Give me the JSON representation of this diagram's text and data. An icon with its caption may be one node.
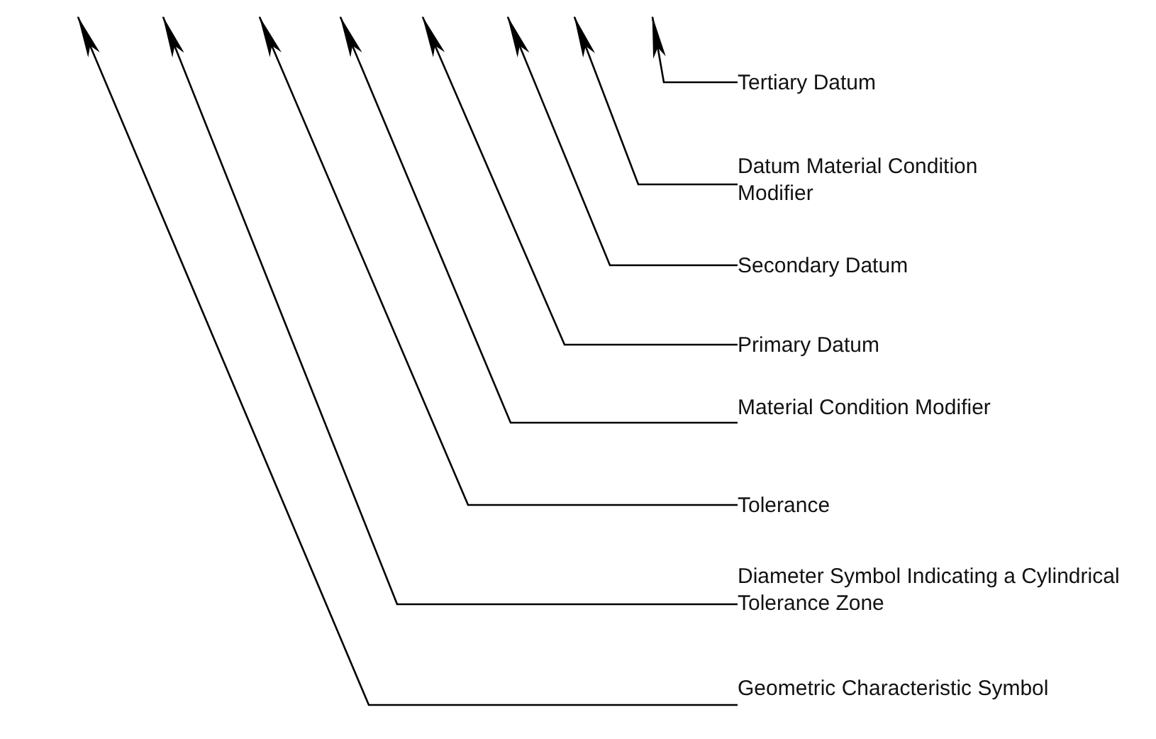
{
  "diagram": {
    "nodes": [
      {
        "text": [
          "Tertiary Datum"
        ]
      },
      {
        "text": [
          "Datum Material Condition Modifier"
        ]
      },
      {
        "text": [
          "Secondary Datum"
        ]
      },
      {
        "text": [
          "Primary Datum"
        ]
      },
      {
        "text": [
          "Material Condition Modifier"
        ]
      },
      {
        "text": [
          "Tolerance"
        ]
      },
      {
        "text": [
          "Diameter Symbol Indicating a Cylindrical Tolerance Zone"
        ]
      },
      {
        "text": [
          "Geometric Characteristic Symbol"
        ]
      }
    ],
    "edges": [
      {
        "from": 0,
        "to": null,
        "arrow": "to"
      },
      {
        "from": 1,
        "to": null,
        "arrow": "to"
      },
      {
        "from": 2,
        "to": null,
        "arrow": "to"
      },
      {
        "from": 3,
        "to": null,
        "arrow": "to"
      },
      {
        "from": 4,
        "to": null,
        "arrow": "to"
      },
      {
        "from": 5,
        "to": null,
        "arrow": "to"
      },
      {
        "from": 6,
        "to": null,
        "arrow": "to"
      },
      {
        "from": 7,
        "to": null,
        "arrow": "to"
      }
    ]
  }
}
